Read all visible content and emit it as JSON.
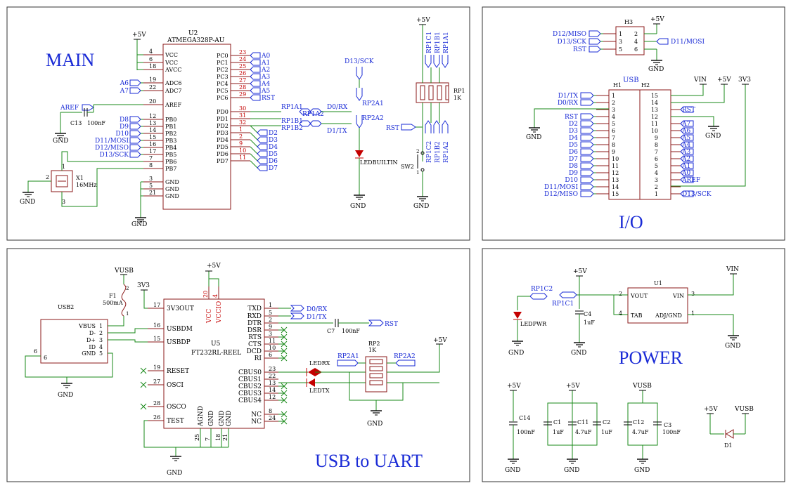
{
  "sheets": {
    "main": "MAIN",
    "io": "I/O",
    "usb_uart": "USB to UART",
    "power": "POWER"
  },
  "parts": {
    "u2_ref": "U2",
    "u2_value": "ATMEGA328P-AU",
    "x1_ref": "X1",
    "x1_value": "16MHz",
    "c13_ref": "C13",
    "c13_value": "100nF",
    "rp1_ref": "RP1",
    "rp1_value": "1K",
    "sw2_ref": "SW2",
    "ledbuiltin_ref": "LEDBUILTIN",
    "h3_ref": "H3",
    "usb_label": "USB",
    "h1_ref": "H1",
    "h2_ref": "H2",
    "usb2_ref": "USB2",
    "f1_ref": "F1",
    "f1_value": "500mA",
    "u5_ref": "U5",
    "u5_value": "FT232RL-REEL",
    "c7_ref": "C7",
    "c7_value": "100nF",
    "rp2_ref": "RP2",
    "rp2_value": "1K",
    "ledrx_ref": "LEDRX",
    "ledtx_ref": "LEDTX",
    "u1_ref": "U1",
    "c4_ref": "C4",
    "c4_value": "1uF",
    "ledpwr_ref": "LEDPWR",
    "c14_ref": "C14",
    "c14_value": "100nF",
    "c1_ref": "C1",
    "c1_value": "1uF",
    "c11_ref": "C11",
    "c11_value": "4.7uF",
    "c2_ref": "C2",
    "c2_value": "1uF",
    "c12_ref": "C12",
    "c12_value": "4.7uF",
    "c3_ref": "C3",
    "c3_value": "100nF",
    "d1_ref": "D1"
  },
  "u2": {
    "left_pins": [
      {
        "num": "4",
        "name": "VCC"
      },
      {
        "num": "6",
        "name": "VCC"
      },
      {
        "num": "18",
        "name": "AVCC"
      },
      {
        "num": "19",
        "name": "ADC6"
      },
      {
        "num": "22",
        "name": "ADC7"
      },
      {
        "num": "20",
        "name": "AREF"
      },
      {
        "num": "12",
        "name": "PB0"
      },
      {
        "num": "13",
        "name": "PB1"
      },
      {
        "num": "14",
        "name": "PB2"
      },
      {
        "num": "15",
        "name": "PB3"
      },
      {
        "num": "16",
        "name": "PB4"
      },
      {
        "num": "17",
        "name": "PB5"
      },
      {
        "num": "7",
        "name": "PB6"
      },
      {
        "num": "8",
        "name": "PB7"
      },
      {
        "num": "3",
        "name": "GND"
      },
      {
        "num": "5",
        "name": "GND"
      },
      {
        "num": "21",
        "name": "GND"
      }
    ],
    "right_pins": [
      {
        "num": "23",
        "name": "PC0"
      },
      {
        "num": "24",
        "name": "PC1"
      },
      {
        "num": "25",
        "name": "PC2"
      },
      {
        "num": "26",
        "name": "PC3"
      },
      {
        "num": "27",
        "name": "PC4"
      },
      {
        "num": "28",
        "name": "PC5"
      },
      {
        "num": "29",
        "name": "PC6"
      },
      {
        "num": "30",
        "name": "PD0"
      },
      {
        "num": "31",
        "name": "PD1"
      },
      {
        "num": "32",
        "name": "PD2"
      },
      {
        "num": "1",
        "name": "PD3"
      },
      {
        "num": "2",
        "name": "PD4"
      },
      {
        "num": "9",
        "name": "PD5"
      },
      {
        "num": "10",
        "name": "PD6"
      },
      {
        "num": "11",
        "name": "PD7"
      }
    ],
    "left_nets": [
      "A6",
      "A7",
      "AREF",
      "D8",
      "D9",
      "D10",
      "D11/MOSI",
      "D12/MISO",
      "D13/SCK"
    ],
    "right_nets": [
      "A0",
      "A1",
      "A2",
      "A3",
      "A4",
      "A5",
      "RST",
      "D2",
      "D3",
      "D4",
      "D5",
      "D6",
      "D7"
    ]
  },
  "h3": {
    "pins_left": [
      "1",
      "3",
      "5"
    ],
    "pins_right": [
      "2",
      "4",
      "6"
    ],
    "nets_left": [
      "D12/MISO",
      "D13/SCK",
      "RST"
    ],
    "net_right": "D11/MOSI"
  },
  "h1": {
    "pins": [
      "1",
      "2",
      "3",
      "4",
      "5",
      "6",
      "7",
      "8",
      "9",
      "10",
      "11",
      "12",
      "13",
      "14",
      "15"
    ],
    "nets": [
      "D1/TX",
      "D0/RX",
      "",
      "RST",
      "D2",
      "D3",
      "D4",
      "D5",
      "D6",
      "D7",
      "D8",
      "D9",
      "D10",
      "D11/MOSI",
      "D12/MISO"
    ]
  },
  "h2": {
    "pins": [
      "15",
      "14",
      "13",
      "12",
      "11",
      "10",
      "9",
      "8",
      "7",
      "6",
      "5",
      "4",
      "3",
      "2",
      "1"
    ],
    "nets": [
      "",
      "",
      "RST",
      "",
      "A7",
      "A6",
      "A5",
      "A4",
      "A3",
      "A2",
      "A1",
      "A0",
      "AREF",
      "",
      "D13/SCK"
    ]
  },
  "u5": {
    "left_pins": [
      {
        "num": "17",
        "name": "3V3OUT"
      },
      {
        "num": "16",
        "name": "USBDM"
      },
      {
        "num": "15",
        "name": "USBDP"
      },
      {
        "num": "19",
        "name": "RESET"
      },
      {
        "num": "27",
        "name": "OSCI"
      },
      {
        "num": "28",
        "name": "OSCO"
      },
      {
        "num": "26",
        "name": "TEST"
      }
    ],
    "right_pins": [
      {
        "num": "1",
        "name": "TXD"
      },
      {
        "num": "5",
        "name": "RXD"
      },
      {
        "num": "2",
        "name": "DTR"
      },
      {
        "num": "9",
        "name": "DSR"
      },
      {
        "num": "3",
        "name": "RTS"
      },
      {
        "num": "11",
        "name": "CTS"
      },
      {
        "num": "10",
        "name": "DCD"
      },
      {
        "num": "6",
        "name": "RI"
      },
      {
        "num": "23",
        "name": "CBUS0"
      },
      {
        "num": "22",
        "name": "CBUS1"
      },
      {
        "num": "13",
        "name": "CBUS2"
      },
      {
        "num": "14",
        "name": "CBUS3"
      },
      {
        "num": "12",
        "name": "CBUS4"
      },
      {
        "num": "8",
        "name": "NC"
      },
      {
        "num": "24",
        "name": "NC"
      }
    ],
    "top_pins": [
      {
        "num": "20",
        "name": "VCC"
      },
      {
        "num": "4",
        "name": "VCCIO"
      }
    ],
    "bottom_pins": [
      {
        "num": "25",
        "name": "AGND"
      },
      {
        "num": "7",
        "name": "GND"
      },
      {
        "num": "18",
        "name": "GND"
      },
      {
        "num": "21",
        "name": "GND"
      }
    ]
  },
  "usb2": {
    "pins": [
      {
        "num": "1",
        "name": "VBUS"
      },
      {
        "num": "2",
        "name": "D-"
      },
      {
        "num": "3",
        "name": "D+"
      },
      {
        "num": "4",
        "name": "ID"
      },
      {
        "num": "5",
        "name": "GND"
      }
    ],
    "shield_pin": "6",
    "shield_pin2": "6"
  },
  "u1": {
    "pins": [
      {
        "num": "2",
        "name": "VOUT"
      },
      {
        "num": "4",
        "name": "TAB"
      },
      {
        "num": "3",
        "name": "VIN"
      },
      {
        "num": "1",
        "name": "ADJ/GND"
      }
    ]
  },
  "nets": {
    "p5v": "+5V",
    "gnd": "GND",
    "vin": "VIN",
    "v3v3": "3V3",
    "vusb": "VUSB",
    "aref": "AREF",
    "d13sck": "D13/SCK",
    "d0rx": "D0/RX",
    "d1tx": "D1/TX",
    "rst": "RST",
    "d11mosi": "D11/MOSI",
    "rp1a1": "RP1A1",
    "rp1a2": "RP1A2",
    "rp1b1": "RP1B1",
    "rp1b2": "RP1B2",
    "rp1c1": "RP1C1",
    "rp1c2": "RP1C2",
    "rp2a1": "RP2A1",
    "rp2a2": "RP2A2"
  },
  "misc": {
    "x1_pin2": "2",
    "x1_pin1": "1",
    "x1_pin3": "3",
    "sw2_pin2": "2",
    "sw2_pin1": "1",
    "f1_pin1": "1",
    "f1_pin2": "2"
  }
}
